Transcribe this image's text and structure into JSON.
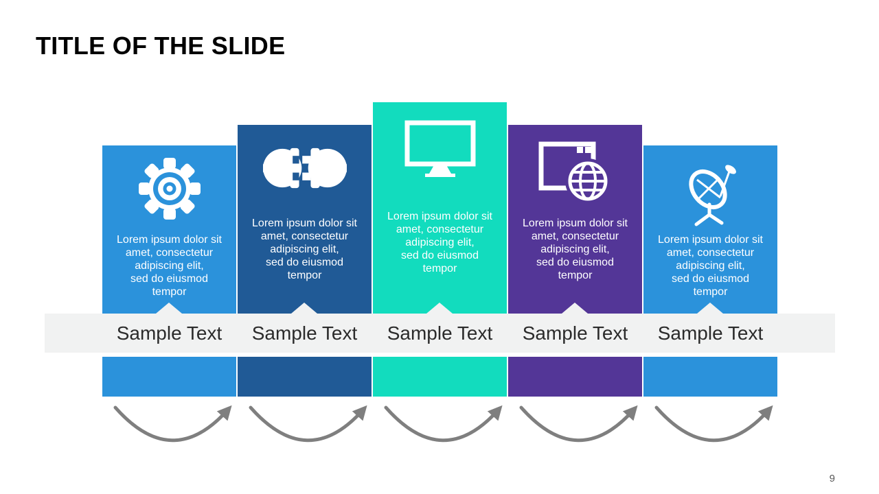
{
  "title": "TITLE OF THE SLIDE",
  "page_number": "9",
  "colors": {
    "column_blue": "#2B92DB",
    "column_navy": "#205A96",
    "column_teal": "#12DCBE",
    "column_purple": "#533697",
    "band_gray": "#F1F2F2",
    "arrow_gray": "#7F7F7F",
    "title_color": "#000000",
    "label_color": "#2B2B2B"
  },
  "columns": [
    {
      "icon": "gear-icon",
      "color": "#2B92DB",
      "description": "Lorem ipsum dolor sit\namet, consectetur\nadipiscing elit,\nsed do eiusmod\ntempor",
      "label": "Sample Text"
    },
    {
      "icon": "plug-connection-icon",
      "color": "#205A96",
      "description": "Lorem ipsum dolor sit\namet, consectetur\nadipiscing elit,\nsed do eiusmod\ntempor",
      "label": "Sample Text"
    },
    {
      "icon": "monitor-icon",
      "color": "#12DCBE",
      "description": "Lorem ipsum dolor sit\namet, consectetur\nadipiscing elit,\nsed do eiusmod\ntempor",
      "label": "Sample Text"
    },
    {
      "icon": "browser-globe-icon",
      "color": "#533697",
      "description": "Lorem ipsum dolor sit\namet, consectetur\nadipiscing elit,\nsed do eiusmod\ntempor",
      "label": "Sample Text"
    },
    {
      "icon": "satellite-dish-icon",
      "color": "#2B92DB",
      "description": "Lorem ipsum dolor sit\namet, consectetur\nadipiscing elit,\nsed do eiusmod\ntempor",
      "label": "Sample Text"
    }
  ]
}
